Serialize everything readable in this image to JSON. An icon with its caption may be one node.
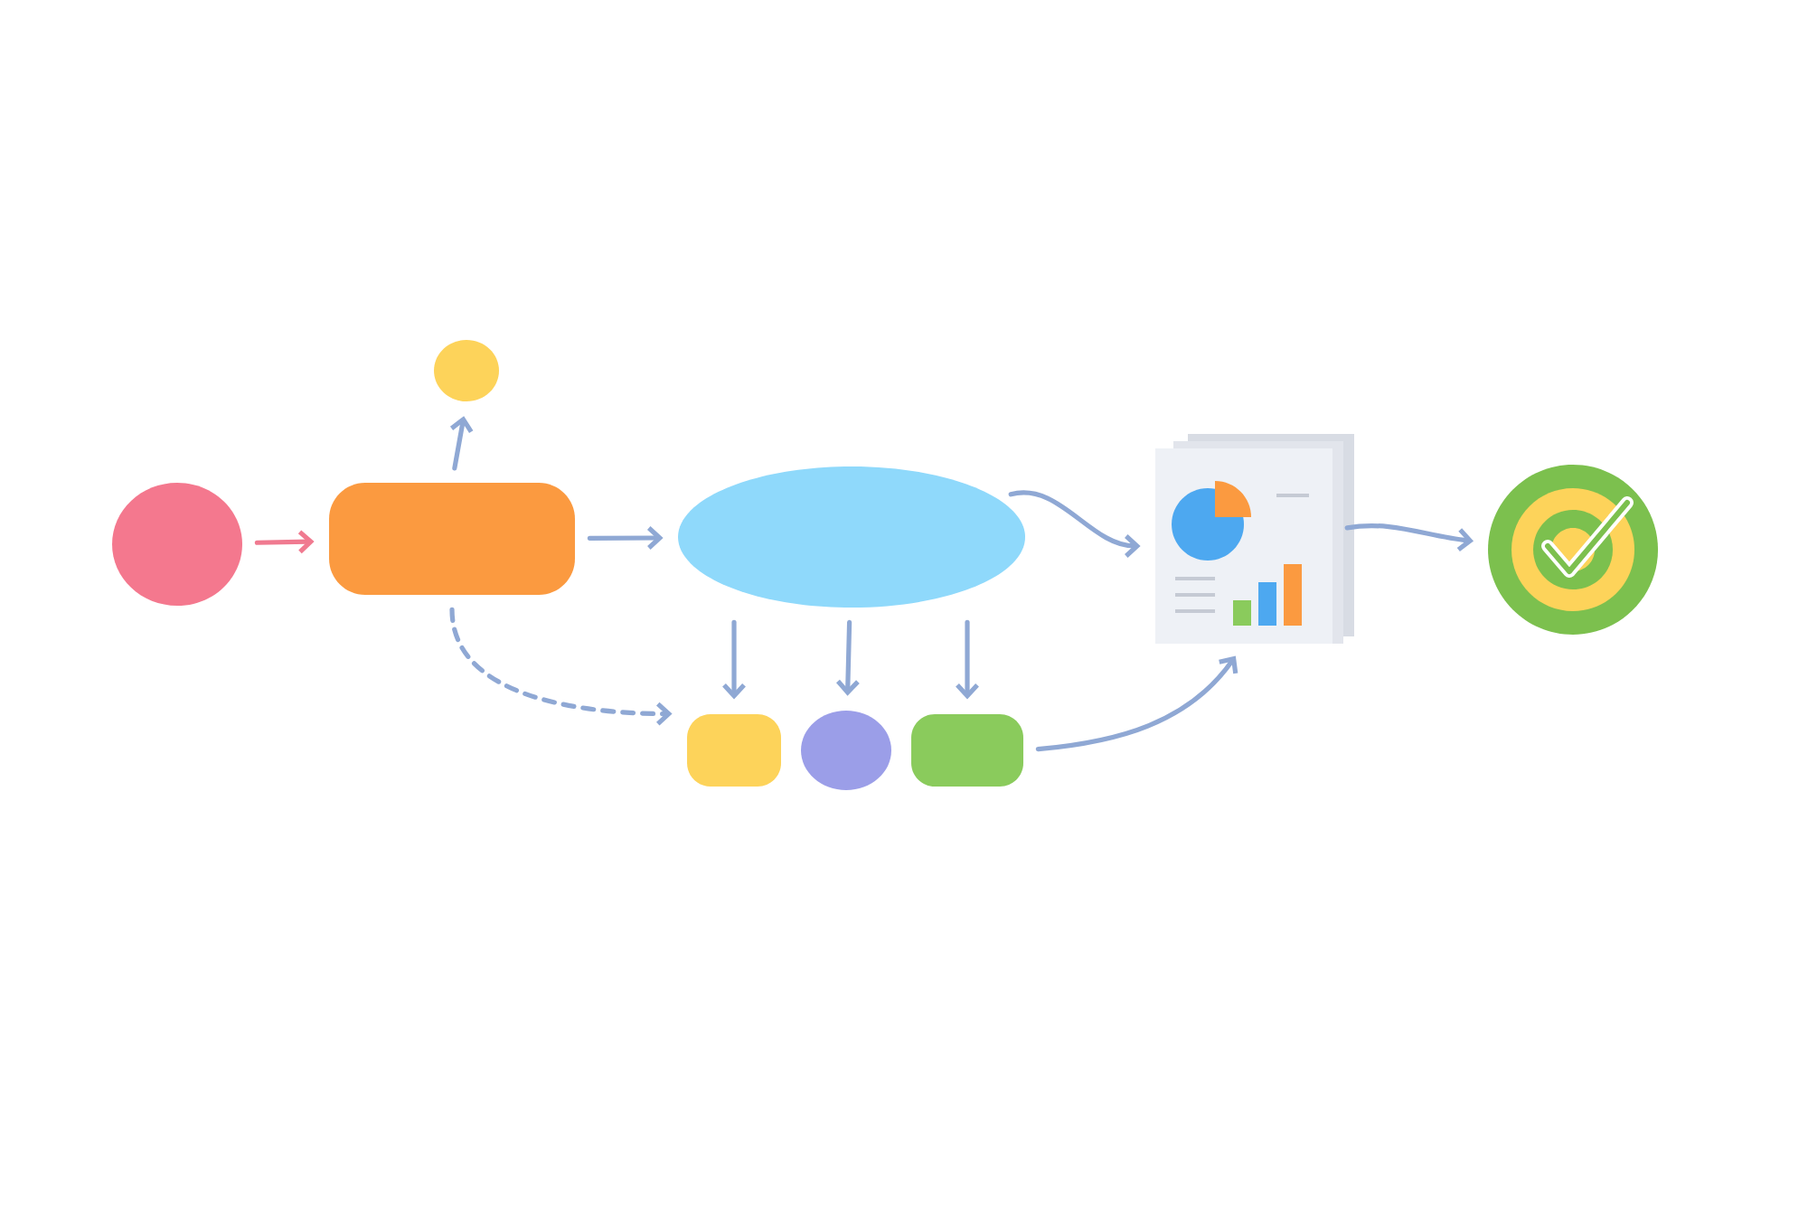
{
  "diagram": {
    "nodes": [
      {
        "text": [],
        "shape": "circle"
      },
      {
        "text": [],
        "shape": "box"
      },
      {
        "text": [],
        "shape": "circle"
      },
      {
        "text": [],
        "shape": "ellipse"
      },
      {
        "text": [],
        "shape": "box"
      },
      {
        "text": [],
        "shape": "circle"
      },
      {
        "text": [],
        "shape": "box"
      },
      {
        "text": [],
        "shape": "document"
      },
      {
        "text": [],
        "shape": "target"
      }
    ],
    "edges": [
      {
        "from": 0,
        "to": 1,
        "arrow": "to",
        "color": "#f07a90"
      },
      {
        "from": 1,
        "to": 2,
        "arrow": "to"
      },
      {
        "from": 1,
        "to": 3,
        "arrow": "to"
      },
      {
        "from": 1,
        "to": 4,
        "arrow": "to",
        "style": "dashed"
      },
      {
        "from": 3,
        "to": 4,
        "arrow": "to"
      },
      {
        "from": 3,
        "to": 5,
        "arrow": "to"
      },
      {
        "from": 3,
        "to": 6,
        "arrow": "to"
      },
      {
        "from": 3,
        "to": 7,
        "arrow": "to"
      },
      {
        "from": 6,
        "to": 7,
        "arrow": "to"
      },
      {
        "from": 7,
        "to": 8,
        "arrow": "to"
      }
    ]
  }
}
